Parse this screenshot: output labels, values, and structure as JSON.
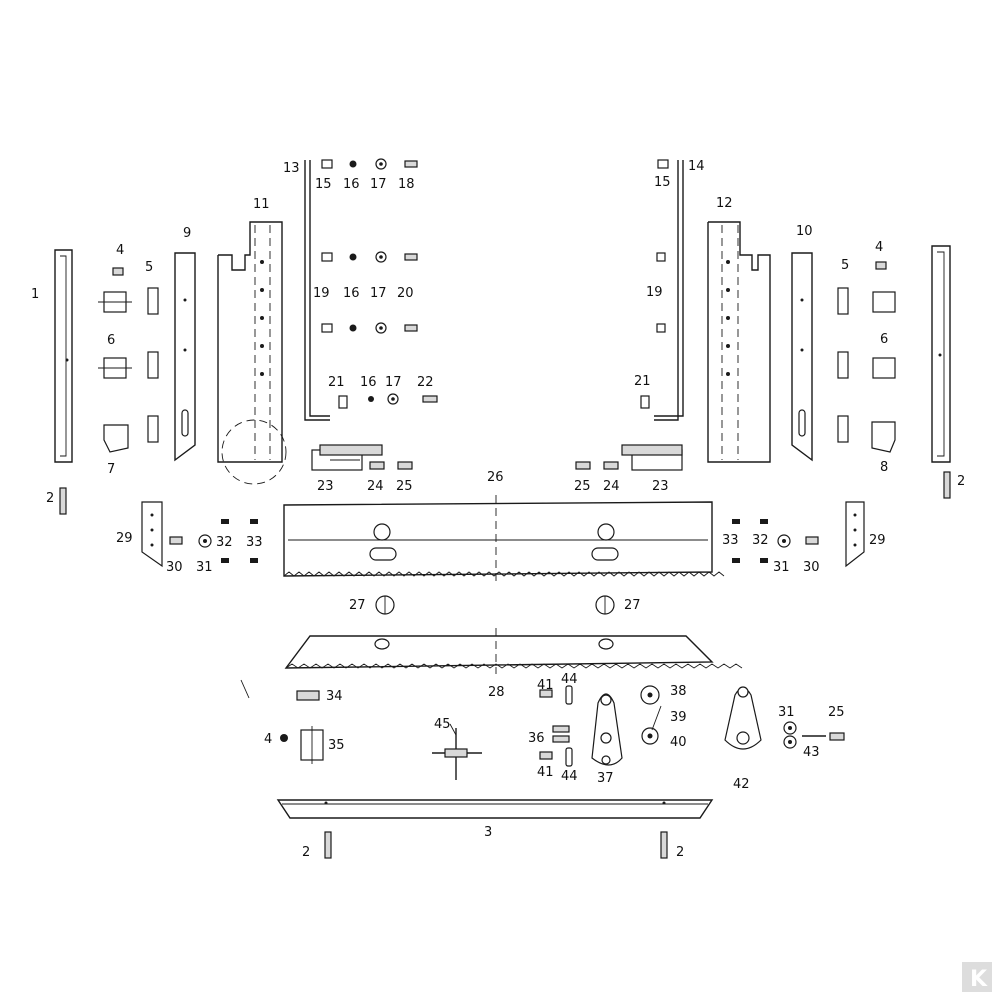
{
  "labels": {
    "p1": "1",
    "p2": "2",
    "p3": "3",
    "p4": "4",
    "p5": "5",
    "p6": "6",
    "p7": "7",
    "p8": "8",
    "p9": "9",
    "p10": "10",
    "p11": "11",
    "p12": "12",
    "p13": "13",
    "p14": "14",
    "p15": "15",
    "p16": "16",
    "p17": "17",
    "p18": "18",
    "p19": "19",
    "p20": "20",
    "p21": "21",
    "p22": "22",
    "p23": "23",
    "p24": "24",
    "p25": "25",
    "p26": "26",
    "p27": "27",
    "p28": "28",
    "p29": "29",
    "p30": "30",
    "p31": "31",
    "p32": "32",
    "p33": "33",
    "p34": "34",
    "p35": "35",
    "p36": "36",
    "p37": "37",
    "p38": "38",
    "p39": "39",
    "p40": "40",
    "p41": "41",
    "p42": "42",
    "p43": "43",
    "p44": "44",
    "p45": "45"
  },
  "logo": "K"
}
